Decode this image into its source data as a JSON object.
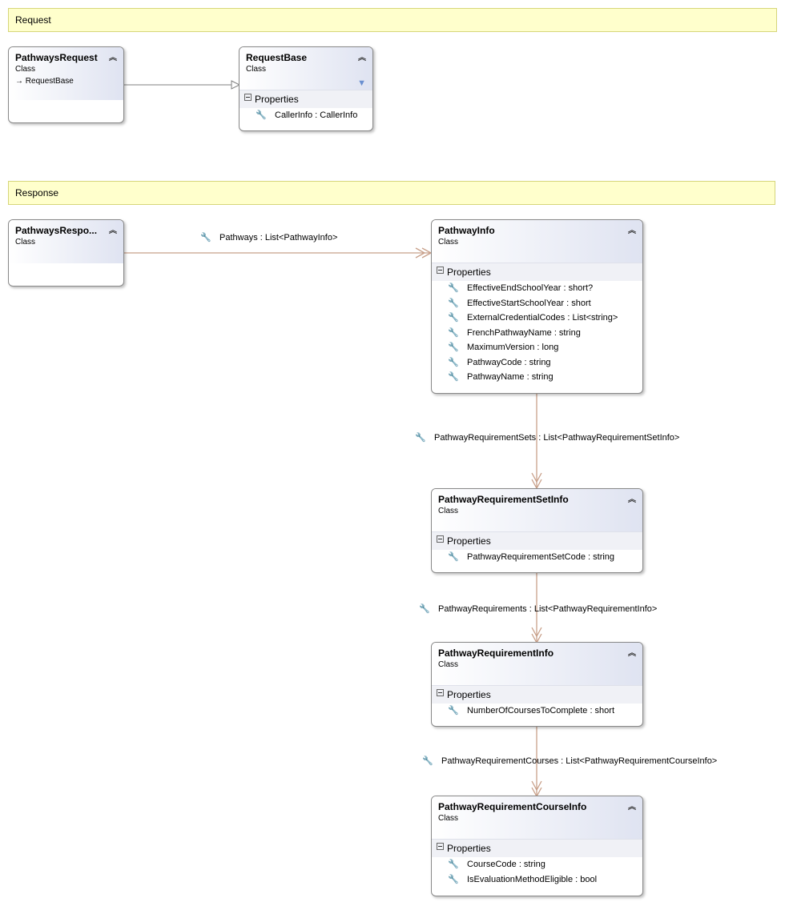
{
  "groups": {
    "request": "Request",
    "response": "Response"
  },
  "classes": {
    "pathways_request": {
      "name": "PathwaysRequest",
      "kind": "Class",
      "base": "RequestBase"
    },
    "request_base": {
      "name": "RequestBase",
      "kind": "Class",
      "section": "Properties",
      "properties": [
        "CallerInfo : CallerInfo"
      ]
    },
    "pathways_response": {
      "name": "PathwaysRespo...",
      "kind": "Class"
    },
    "pathway_info": {
      "name": "PathwayInfo",
      "kind": "Class",
      "section": "Properties",
      "properties": [
        "EffectiveEndSchoolYear : short?",
        "EffectiveStartSchoolYear : short",
        "ExternalCredentialCodes : List<string>",
        "FrenchPathwayName : string",
        "MaximumVersion : long",
        "PathwayCode : string",
        "PathwayName : string"
      ]
    },
    "pathway_requirement_set_info": {
      "name": "PathwayRequirementSetInfo",
      "kind": "Class",
      "section": "Properties",
      "properties": [
        "PathwayRequirementSetCode : string"
      ]
    },
    "pathway_requirement_info": {
      "name": "PathwayRequirementInfo",
      "kind": "Class",
      "section": "Properties",
      "properties": [
        "NumberOfCoursesToComplete : short"
      ]
    },
    "pathway_requirement_course_info": {
      "name": "PathwayRequirementCourseInfo",
      "kind": "Class",
      "section": "Properties",
      "properties": [
        "CourseCode : string",
        "IsEvaluationMethodEligible : bool"
      ]
    }
  },
  "associations": {
    "pathways": "Pathways : List<PathwayInfo>",
    "requirement_sets": "PathwayRequirementSets : List<PathwayRequirementSetInfo>",
    "requirements": "PathwayRequirements : List<PathwayRequirementInfo>",
    "requirement_courses": "PathwayRequirementCourses : List<PathwayRequirementCourseInfo>"
  },
  "icons": {
    "collapse": "double-chevron-up-icon",
    "property": "wrench-icon",
    "filter": "filter-icon",
    "inherit": "arrow-right-icon"
  },
  "colors": {
    "group_fill": "#ffffcc",
    "header_gradient_end": "#dfe3f1",
    "connector": "#c8a08a",
    "inheritance_line": "#808080"
  }
}
